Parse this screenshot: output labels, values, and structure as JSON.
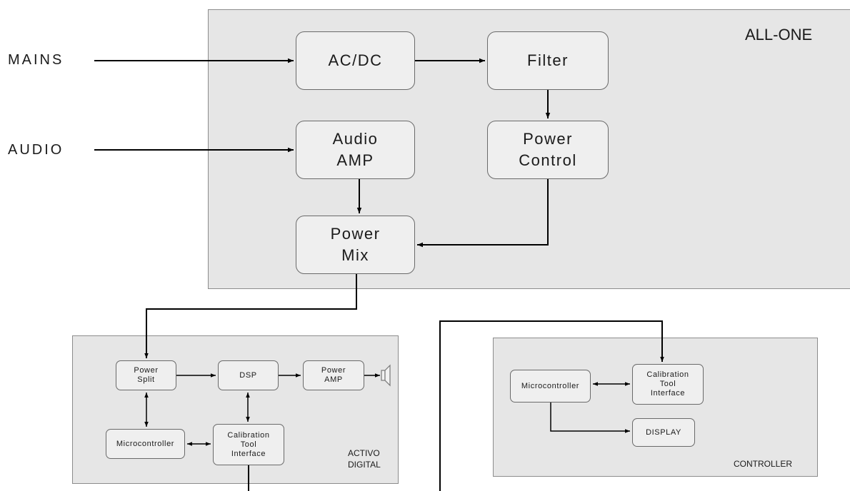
{
  "all_one": {
    "title": "ALL-ONE",
    "inputs": {
      "mains": "MAINS",
      "audio": "AUDIO"
    },
    "blocks": {
      "acdc": "AC/DC",
      "filter": "Filter",
      "audio_amp": "Audio\nAMP",
      "power_control": "Power\nControl",
      "power_mix": "Power\nMix"
    }
  },
  "activo": {
    "title": "ACTIVO\nDIGITAL",
    "blocks": {
      "power_split": "Power\nSplit",
      "dsp": "DSP",
      "power_amp": "Power\nAMP",
      "microcontroller": "Microcontroller",
      "calibration": "Calibration\nTool\nInterface"
    }
  },
  "controller": {
    "title": "CONTROLLER",
    "blocks": {
      "microcontroller": "Microcontroller",
      "calibration": "Calibration\nTool\nInterface",
      "display": "DISPLAY"
    }
  },
  "colors": {
    "panel": "#e6e6e6",
    "block": "#efefef",
    "line": "#000000"
  }
}
